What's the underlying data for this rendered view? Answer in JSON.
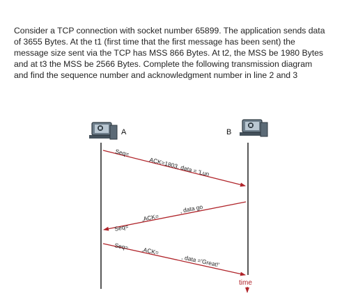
{
  "problem_text": "Consider a TCP connection with socket number 65899. The application sends data of 3655 Bytes. At the t1 (first time that the first message has been sent) the message size sent via the TCP has MSS 866 Bytes. At t2, the MSS be 1980 Bytes and at t3 the MSS be 2566 Bytes. Complete the following transmission diagram and find the sequence number and acknowledgment number in line 2 and 3",
  "hosts": {
    "a": "A",
    "b": "B"
  },
  "time_label": "time",
  "line1": {
    "seq": "Seq=",
    "ack": "ACK=1803, data = 'Lun"
  },
  "line2": {
    "seq": "Seq=",
    "ack": ",ACK=",
    "data": ", data  go"
  },
  "line3": {
    "seq": "Seq=",
    "ack": ",ACK=",
    "data": ", data ='Great!'"
  },
  "colors": {
    "arrow": "#b0242a",
    "time": "#b0242a",
    "computer": "#6f7f8c"
  },
  "icons": [
    "computer-icon",
    "computer-icon"
  ]
}
